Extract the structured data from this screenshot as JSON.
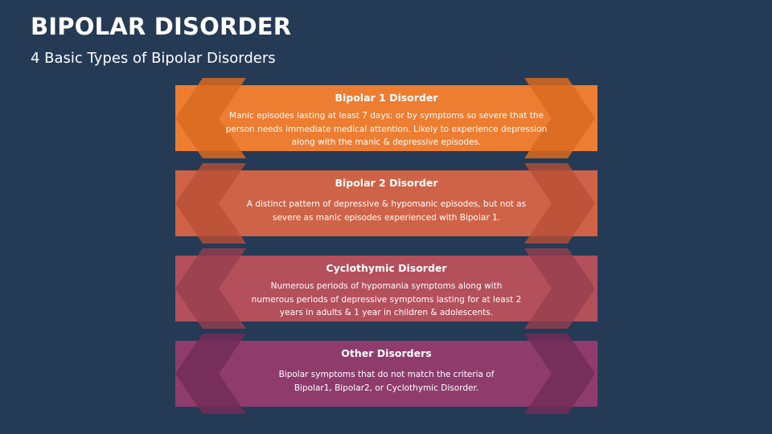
{
  "slide": {
    "title": "BIPOLAR DISORDER",
    "subtitle": "4 Basic Types of Bipolar Disorders"
  },
  "types": [
    {
      "heading": "Bipolar 1 Disorder",
      "description": "Manic episodes lasting at least 7 days; or by symptoms so severe that the person needs immediate medical attention. Likely to experience depression along with the manic & depressive episodes.",
      "color": "#ed7d31"
    },
    {
      "heading": "Bipolar 2 Disorder",
      "description": "A distinct pattern of depressive & hypomanic episodes, but not as severe as manic episodes experienced with Bipolar 1.",
      "color": "#cf6347"
    },
    {
      "heading": "Cyclothymic Disorder",
      "description": "Numerous periods of hypomania symptoms along with numerous periods of depressive symptoms lasting for at least 2 years in adults & 1 year in children & adolescents.",
      "color": "#b44f5c"
    },
    {
      "heading": "Other Disorders",
      "description": "Bipolar symptoms that do not match the criteria of Bipolar1, Bipolar2, or Cyclothymic Disorder.",
      "color": "#8f3c6d"
    }
  ]
}
